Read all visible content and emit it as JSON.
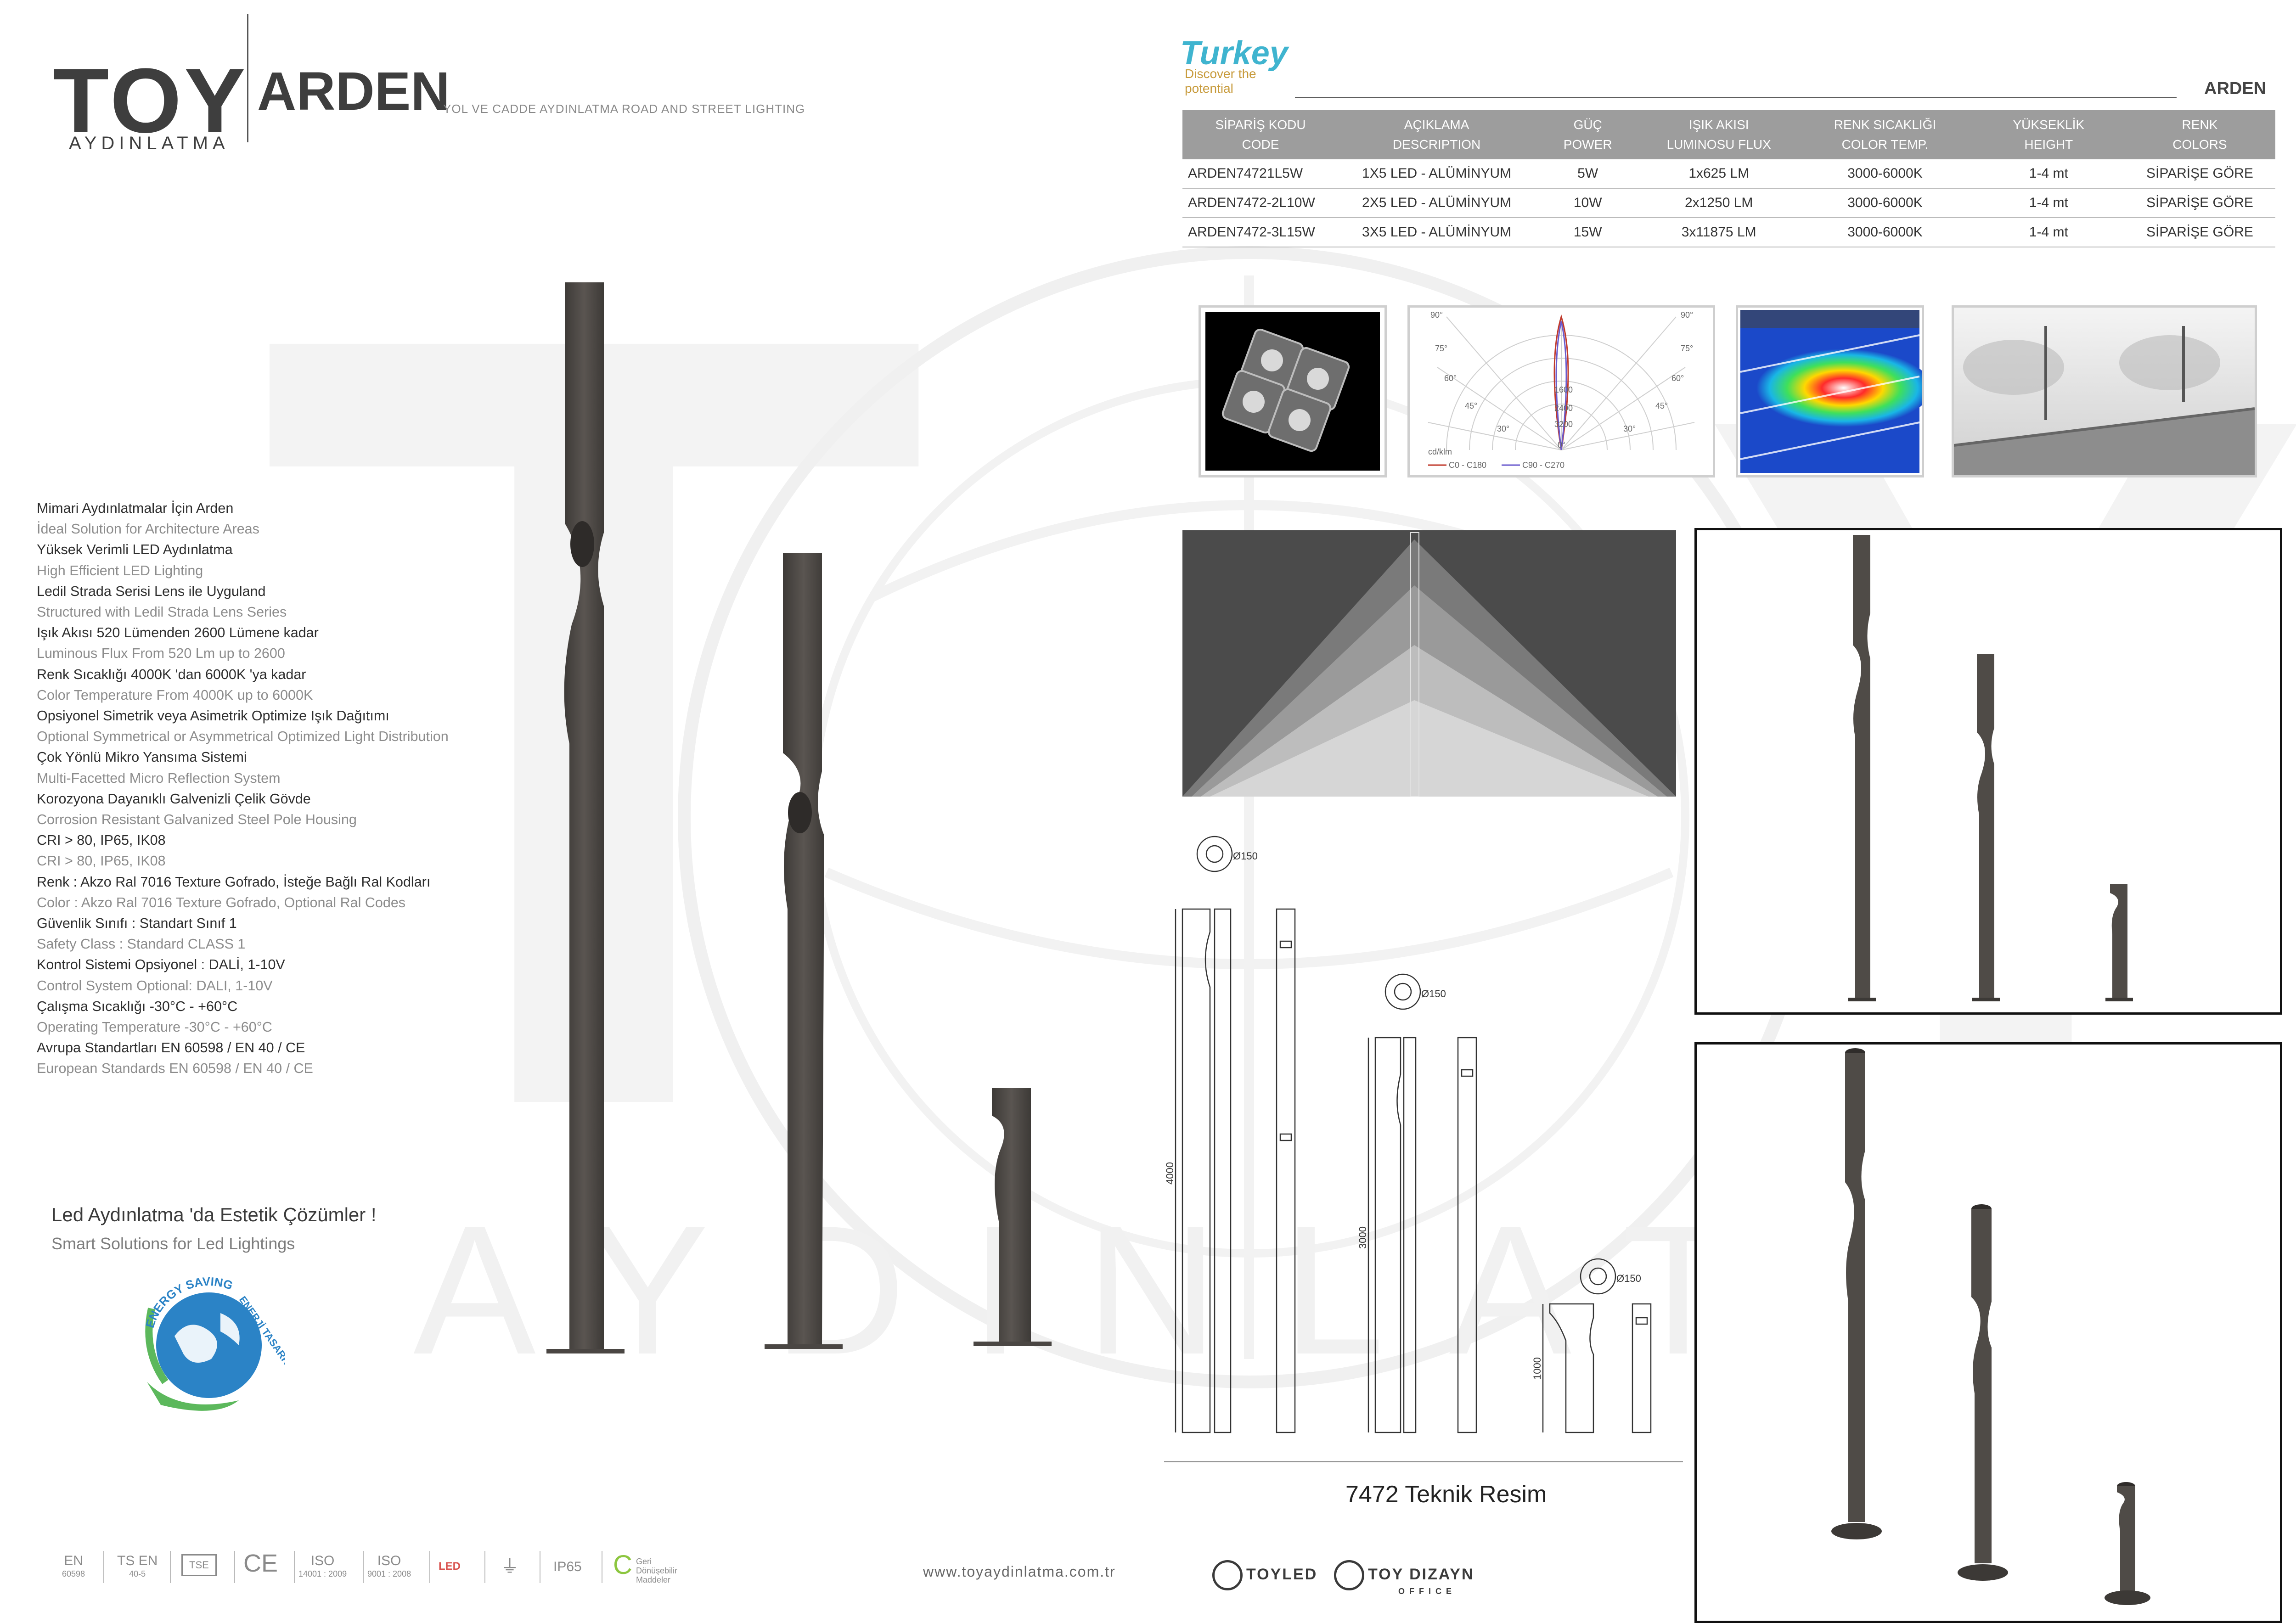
{
  "header": {
    "brand": "TOY",
    "brand_sub": "AYDINLATMA",
    "product": "ARDEN",
    "subtitle": "YOL VE CADDE AYDINLATMA ROAD AND STREET LIGHTING",
    "turkey_logo": "Turkey",
    "turkey_tagline": "Discover the potential",
    "product_code_right": "ARDEN"
  },
  "table": {
    "headers": [
      {
        "tr": "SİPARİŞ KODU",
        "en": "CODE"
      },
      {
        "tr": "AÇIKLAMA",
        "en": "DESCRIPTION"
      },
      {
        "tr": "GÜÇ",
        "en": "POWER"
      },
      {
        "tr": "IŞIK AKISI",
        "en": "LUMINOSU FLUX"
      },
      {
        "tr": "RENK SICAKLIĞI",
        "en": "COLOR TEMP."
      },
      {
        "tr": "YÜKSEKLİK",
        "en": "HEIGHT"
      },
      {
        "tr": "RENK",
        "en": "COLORS"
      }
    ],
    "rows": [
      [
        "ARDEN74721L5W",
        "1X5 LED - ALÜMİNYUM",
        "5W",
        "1x625 LM",
        "3000-6000K",
        "1-4 mt",
        "SİPARİŞE GÖRE"
      ],
      [
        "ARDEN7472-2L10W",
        "2X5 LED - ALÜMİNYUM",
        "10W",
        "2x1250 LM",
        "3000-6000K",
        "1-4 mt",
        "SİPARİŞE GÖRE"
      ],
      [
        "ARDEN7472-3L15W",
        "3X5 LED - ALÜMİNYUM",
        "15W",
        "3x11875 LM",
        "3000-6000K",
        "1-4 mt",
        "SİPARİŞE GÖRE"
      ]
    ]
  },
  "polar": {
    "angles": [
      "90°",
      "75°",
      "60°",
      "45°",
      "30°",
      "0°"
    ],
    "values": [
      "1600",
      "2400",
      "3200"
    ],
    "unit": "cd/klm",
    "legend_c0": "C0 - C180",
    "legend_c90": "C90 - C270",
    "color_c0": "#c0392b",
    "color_c90": "#6a5acd"
  },
  "features": [
    {
      "tr": "Mimari Aydınlatmalar İçin Arden",
      "en": "İdeal Solution for Architecture Areas"
    },
    {
      "tr": "Yüksek Verimli LED Aydınlatma",
      "en": "High Efficient LED Lighting"
    },
    {
      "tr": "Ledil Strada Serisi Lens ile Uyguland",
      "en": "Structured with Ledil Strada Lens Series"
    },
    {
      "tr": "Işık Akısı 520 Lümenden 2600 Lümene kadar",
      "en": "Luminous Flux From 520 Lm up to 2600"
    },
    {
      "tr": "Renk Sıcaklığı 4000K 'dan 6000K 'ya kadar",
      "en": "Color Temperature From 4000K up to 6000K"
    },
    {
      "tr": "Opsiyonel Simetrik veya Asimetrik Optimize Işık Dağıtımı",
      "en": "Optional Symmetrical or Asymmetrical Optimized Light Distribution"
    },
    {
      "tr": "Çok Yönlü Mikro Yansıma Sistemi",
      "en": "Multi-Facetted Micro Reflection System"
    },
    {
      "tr": "Korozyona Dayanıklı Galvenizli Çelik Gövde",
      "en": "Corrosion Resistant Galvanized Steel Pole Housing"
    },
    {
      "tr": "CRI > 80, IP65, IK08",
      "en": "CRI > 80, IP65, IK08"
    },
    {
      "tr": "Renk : Akzo Ral 7016 Texture Gofrado, İsteğe Bağlı Ral Kodları",
      "en": "Color : Akzo Ral 7016 Texture Gofrado, Optional Ral Codes"
    },
    {
      "tr": "Güvenlik Sınıfı : Standart Sınıf 1",
      "en": "Safety Class : Standard CLASS 1"
    },
    {
      "tr": "Kontrol Sistemi Opsiyonel : DALİ, 1-10V",
      "en": "Control System Optional: DALI, 1-10V"
    },
    {
      "tr": "Çalışma Sıcaklığı  -30°C - +60°C",
      "en": "Operating Temperature -30°C - +60°C"
    },
    {
      "tr": "Avrupa Standartları EN 60598 / EN 40 / CE",
      "en": "European Standards EN 60598 / EN 40 / CE"
    }
  ],
  "slogan": {
    "tr": "Led Aydınlatma 'da Estetik Çözümler !",
    "en": "Smart Solutions for Led Lightings"
  },
  "energy_badge": {
    "text_a": "ENERGY SAVING",
    "text_b": "ENERJİ TASARRUFU"
  },
  "technical": {
    "caption": "7472 Teknik Resim",
    "diameter": "Ø150",
    "height_4000": "4000",
    "height_3000": "3000",
    "height_1000": "1000"
  },
  "footer": {
    "url": "www.toyaydinlatma.com.tr",
    "certs": [
      {
        "main": "EN",
        "sub": "60598"
      },
      {
        "main": "TS EN",
        "sub": "40-5"
      },
      {
        "main": "TSE",
        "sub": ""
      },
      {
        "main": "CE",
        "sub": ""
      },
      {
        "main": "ISO",
        "sub": "14001 : 2009"
      },
      {
        "main": "ISO",
        "sub": "9001 : 2008"
      },
      {
        "main": "LED",
        "sub": ""
      },
      {
        "main": "IP65",
        "sub": ""
      },
      {
        "main": "Geri Dönüşebilir Maddeler",
        "sub": ""
      }
    ],
    "brand1": "TOYLED",
    "brand2": "TOY DIZAYN",
    "brand2_sub": "OFFICE"
  },
  "watermark": "AYDINLATMA",
  "colors": {
    "pole": "#4f4b47",
    "pole_light": "#6a6560",
    "table_header": "#9d9d9d",
    "turkey_blue": "#3fb4cf",
    "turkey_gold": "#c79a3a"
  }
}
